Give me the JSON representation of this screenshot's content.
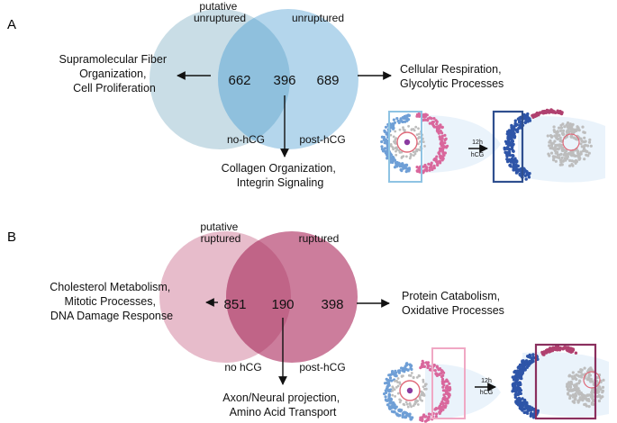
{
  "panels": [
    {
      "id": "A",
      "letter": "A",
      "set_top_left": "putative\nunruptured",
      "set_top_right": "unruptured",
      "left_count": "662",
      "overlap_count": "396",
      "right_count": "689",
      "bottom_left": "no-hCG",
      "bottom_right": "post-hCG",
      "left_annotation": [
        "Supramolecular Fiber",
        "Organization,",
        "Cell Proliferation"
      ],
      "right_annotation": [
        "Cellular Respiration,",
        "Glycolytic Processes"
      ],
      "bottom_annotation": [
        "Collagen Organization,",
        "Integrin Signaling"
      ],
      "time_label": "12h",
      "treatment_label": "hCG",
      "colors": {
        "left_circle": "#c9dde6",
        "overlap": "#8fc0dd",
        "right_circle": "#b4d6ec"
      }
    },
    {
      "id": "B",
      "letter": "B",
      "set_top_left": "putative\nruptured",
      "set_top_right": "ruptured",
      "left_count": "851",
      "overlap_count": "190",
      "right_count": "398",
      "bottom_left": "no hCG",
      "bottom_right": "post-hCG",
      "left_annotation": [
        "Cholesterol Metabolism,",
        "Mitotic Processes,",
        "DNA Damage Response"
      ],
      "right_annotation": [
        "Protein Catabolism,",
        "Oxidative Processes"
      ],
      "bottom_annotation": [
        "Axon/Neural projection,",
        "Amino Acid Transport"
      ],
      "time_label": "12h",
      "treatment_label": "hCG",
      "colors": {
        "left_circle": "#e7bccb",
        "overlap": "#c06487",
        "right_circle": "#cc7d9c"
      }
    }
  ],
  "illustration_colors": {
    "granulosa_blue": "#6f9fd6",
    "granulosa_pink": "#d9679c",
    "granulosa_dark_blue": "#2e55a8",
    "granulosa_dark_pink": "#b0406f",
    "cumulus_grey": "#bdbdbd",
    "oocyte_red": "#e06a7a",
    "antrum": "#eaf3fb",
    "box_light_blue": "#8ec3e3",
    "box_dark_blue": "#2f4f8f",
    "box_light_pink": "#f0a8c4",
    "box_dark_pink": "#8a2f5e"
  }
}
